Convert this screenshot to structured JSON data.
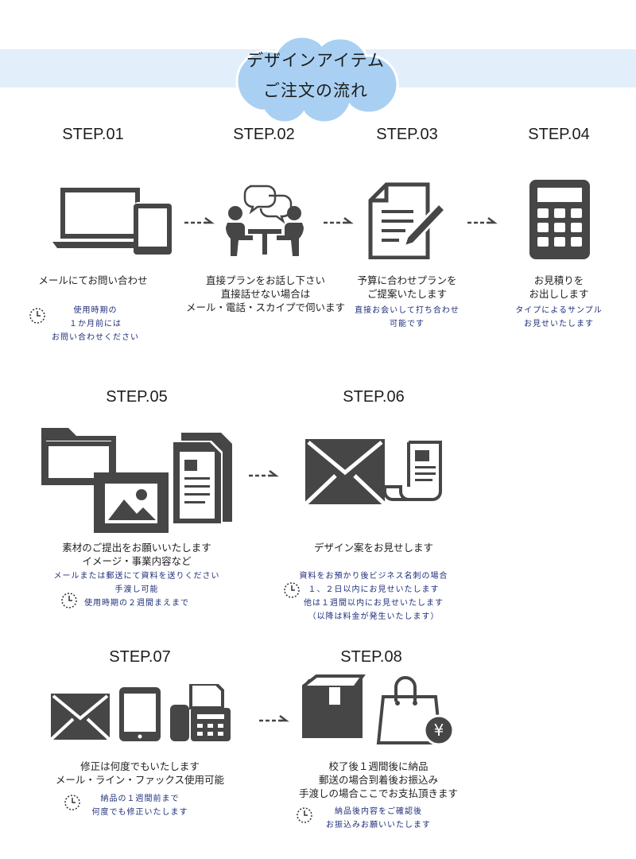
{
  "title": {
    "line1": "デザインアイテム",
    "line2": "ご注文の流れ"
  },
  "colors": {
    "band": "#e2effa",
    "cloud": "#a9d0f2",
    "icon": "#464646",
    "note_text": "#1f2f7a"
  },
  "steps": [
    {
      "label": "STEP.01",
      "icon": "laptop-tablet-icon",
      "desc": [
        "メールにてお問い合わせ"
      ],
      "note": [
        "使用時期の",
        "１か月前には",
        "お問い合わせください"
      ]
    },
    {
      "label": "STEP.02",
      "icon": "meeting-icon",
      "desc": [
        "直接プランをお話し下さい",
        "直接話せない場合は",
        "メール・電話・スカイプで伺います"
      ],
      "note": []
    },
    {
      "label": "STEP.03",
      "icon": "document-pen-icon",
      "desc": [
        "予算に合わせプランを",
        "ご提案いたします"
      ],
      "note": [
        "直接お会いして打ち合わせ",
        "可能です"
      ]
    },
    {
      "label": "STEP.04",
      "icon": "calculator-icon",
      "desc": [
        "お見積りを",
        "お出しします"
      ],
      "note": [
        "タイプによるサンプル",
        "お見せいたします"
      ]
    },
    {
      "label": "STEP.05",
      "icon": "folder-image-documents-icon",
      "desc": [
        "素材のご提出をお願いいたします",
        "イメージ・事業内容など"
      ],
      "note": [
        "メールまたは郵送にて資料を送りください",
        "手渡し可能",
        "使用時期の２週間まえまで"
      ]
    },
    {
      "label": "STEP.06",
      "icon": "mail-scroll-icon",
      "desc": [
        "デザイン案をお見せします"
      ],
      "note": [
        "資料をお預かり後ビジネス名刺の場合",
        "１、２日以内にお見せいたします",
        "他は１週間以内にお見せいたします",
        "（以降は料金が発生いたします）"
      ]
    },
    {
      "label": "STEP.07",
      "icon": "mail-tablet-fax-icon",
      "desc": [
        "修正は何度でもいたします",
        "メール・ライン・ファックス使用可能"
      ],
      "note": [
        "納品の１週間前まで",
        "何度でも修正いたします"
      ]
    },
    {
      "label": "STEP.08",
      "icon": "box-shopping-bag-yen-icon",
      "desc": [
        "校了後１週間後に納品",
        "郵送の場合到着後お振込み",
        "手渡しの場合ここでお支払頂きます"
      ],
      "note": [
        "納品後内容をご確認後",
        "お振込みお願いいたします"
      ]
    }
  ]
}
